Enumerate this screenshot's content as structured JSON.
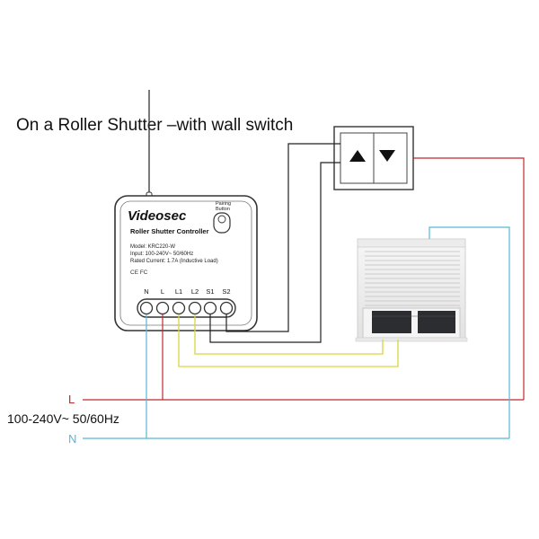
{
  "title": "On a Roller Shutter –with wall switch",
  "controller": {
    "brand": "Videosec",
    "product_name": "Roller Shutter Controller",
    "model": "Model: KRC220-W",
    "input": "Input: 100-240V~  50/60Hz",
    "rated_current": "Rated Current: 1.7A (Inductive Load)",
    "certifications": "CE  FC",
    "pairing_line1": "Pairing",
    "pairing_line2": "Button",
    "terminals": [
      "N",
      "L",
      "L1",
      "L2",
      "S1",
      "S2"
    ]
  },
  "wall_switch": {
    "up_icon": "arrow-up-icon",
    "down_icon": "arrow-down-icon"
  },
  "supply": {
    "voltage": "100-240V~ 50/60Hz",
    "live_label": "L",
    "neutral_label": "N"
  },
  "colors": {
    "live_wire": "#c0282e",
    "neutral_wire": "#56b8d6",
    "motor_wire": "#d8d63c",
    "switch_wire": "#222222"
  }
}
